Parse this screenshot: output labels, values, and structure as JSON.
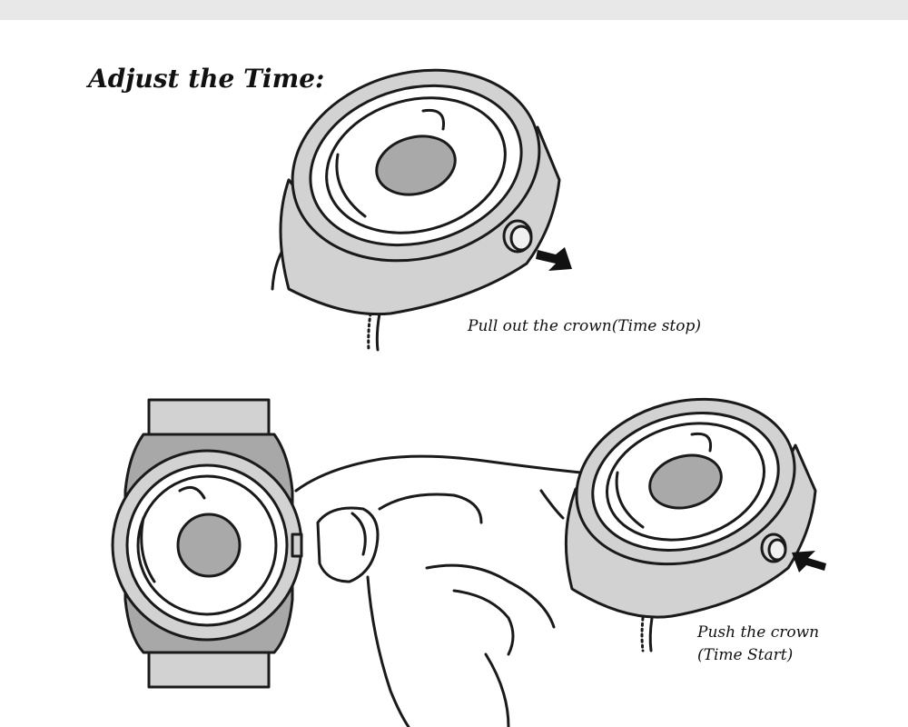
{
  "title": "Adjust the Time:",
  "steps": [
    {
      "caption_lines": [
        "Pull out the crown(Time stop)"
      ]
    },
    {
      "caption_lines": [
        "Push the crown",
        "(Time Start)"
      ]
    }
  ],
  "colors": {
    "case": "#d2d2d2",
    "case_dark": "#a8a8a8",
    "dial_center": "#a9a9a9",
    "outline": "#1a1a1a"
  }
}
